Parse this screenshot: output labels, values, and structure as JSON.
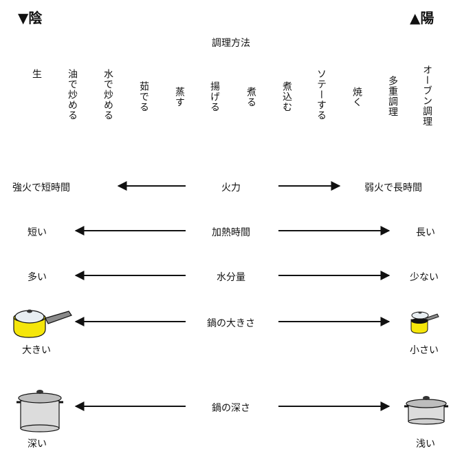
{
  "corners": {
    "left": "▼陰",
    "right": "▲陽"
  },
  "title": "調理方法",
  "methods": [
    "生",
    "油で炒める",
    "水で炒める",
    "茹でる",
    "蒸す",
    "揚げる",
    "煮る",
    "煮込む",
    "ソテーする",
    "焼く",
    "多重調理",
    "オーブン調理"
  ],
  "rows": [
    {
      "center": "火力",
      "left": "強火で短時間",
      "right": "弱火で長時間"
    },
    {
      "center": "加熱時間",
      "left": "短い",
      "right": "長い"
    },
    {
      "center": "水分量",
      "left": "多い",
      "right": "少ない"
    },
    {
      "center": "鍋の大きさ",
      "left": "大きい",
      "right": "小さい"
    },
    {
      "center": "鍋の深さ",
      "left": "深い",
      "right": "浅い"
    }
  ],
  "colors": {
    "pan_body": "#f5e60a",
    "pot_body": "#d9d9d9",
    "line": "#111111"
  }
}
